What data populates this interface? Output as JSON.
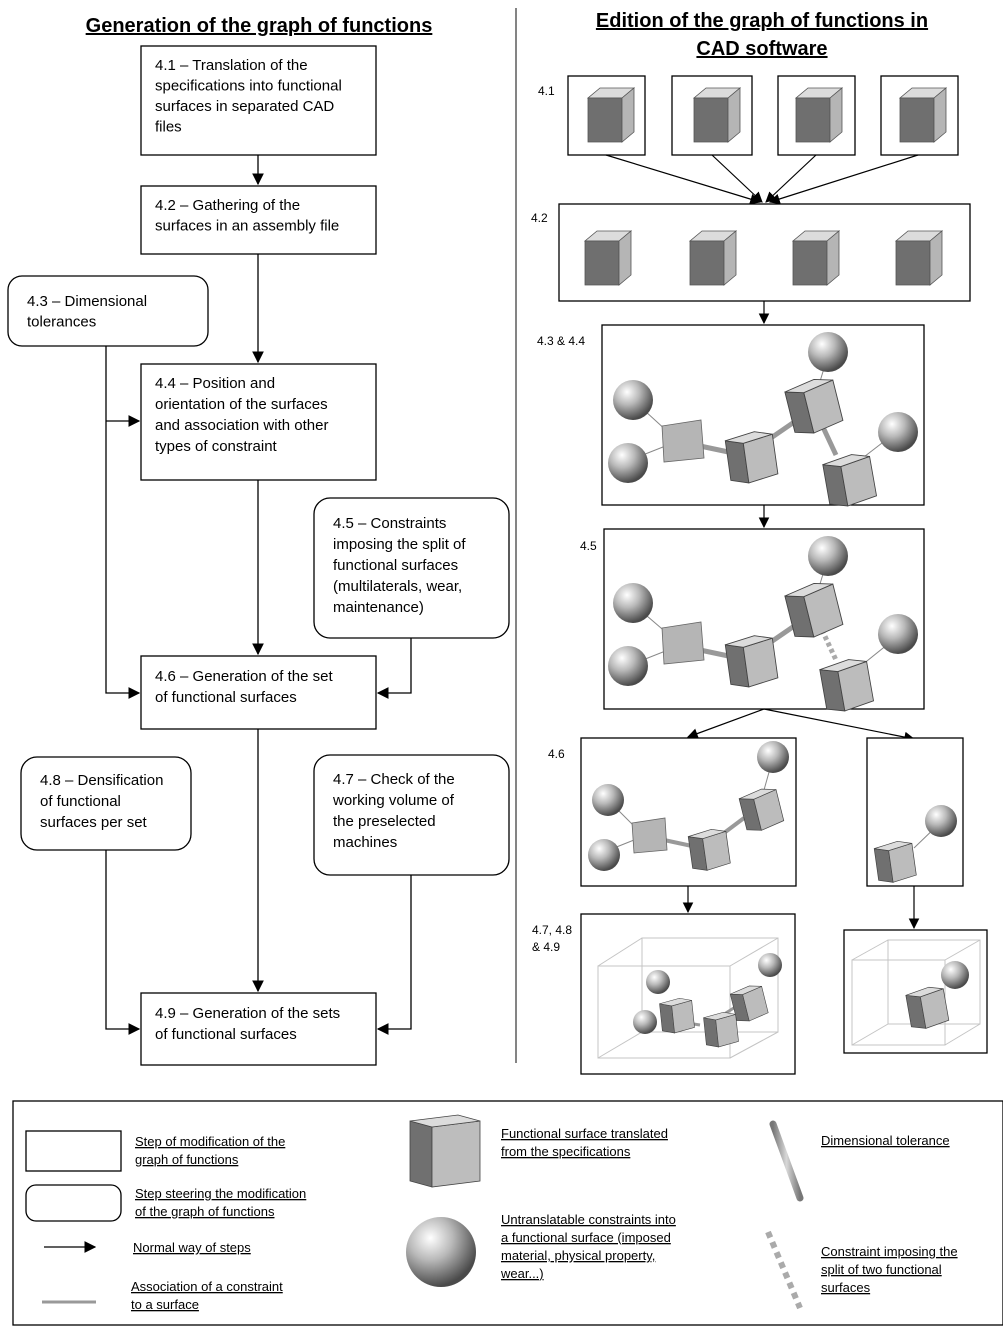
{
  "left": {
    "title": "Generation of the graph of functions",
    "steps": {
      "s41": [
        "4.1 – Translation of the",
        "specifications into functional",
        "surfaces in separated CAD",
        "files"
      ],
      "s42": [
        "4.2 – Gathering of the",
        "surfaces in an assembly file"
      ],
      "s43": [
        "4.3 – Dimensional",
        "tolerances"
      ],
      "s44": [
        "4.4 – Position and",
        "orientation of the surfaces",
        "and association with other",
        "types of constraint"
      ],
      "s45": [
        "4.5 – Constraints",
        "imposing the split of",
        "functional surfaces",
        "(multilaterals, wear,",
        "maintenance)"
      ],
      "s46": [
        "4.6 – Generation of the set",
        "of functional surfaces"
      ],
      "s47": [
        "4.7 – Check of the",
        "working volume of",
        "the preselected",
        "machines"
      ],
      "s48": [
        "4.8 – Densification",
        "of functional",
        "surfaces per set"
      ],
      "s49": [
        "4.9 – Generation of the sets",
        "of functional surfaces"
      ]
    }
  },
  "right": {
    "title_lines": [
      "Edition of the graph of functions in",
      "CAD software"
    ],
    "labels": {
      "r41": [
        "4.1"
      ],
      "r42": [
        "4.2"
      ],
      "r43": [
        "4.3 & 4.4"
      ],
      "r45": [
        "4.5"
      ],
      "r46": [
        "4.6"
      ],
      "r47": [
        "4.7, 4.8",
        "& 4.9"
      ]
    }
  },
  "legend": {
    "step_mod": [
      "Step of modification of the",
      "graph of functions"
    ],
    "step_steer": [
      "Step steering the modification",
      "of the graph of functions"
    ],
    "normal_way": [
      "Normal way of steps"
    ],
    "association": [
      "Association of a constraint",
      "to a surface"
    ],
    "functional_surface": [
      "Functional surface translated",
      "from the specifications"
    ],
    "untranslatable": [
      "Untranslatable constraints into",
      "a functional surface (imposed",
      "material, physical property,",
      "wear...)"
    ],
    "dim_tolerance": [
      "Dimensional tolerance"
    ],
    "split_constraint": [
      "Constraint imposing the",
      "split of two functional",
      "surfaces"
    ]
  }
}
